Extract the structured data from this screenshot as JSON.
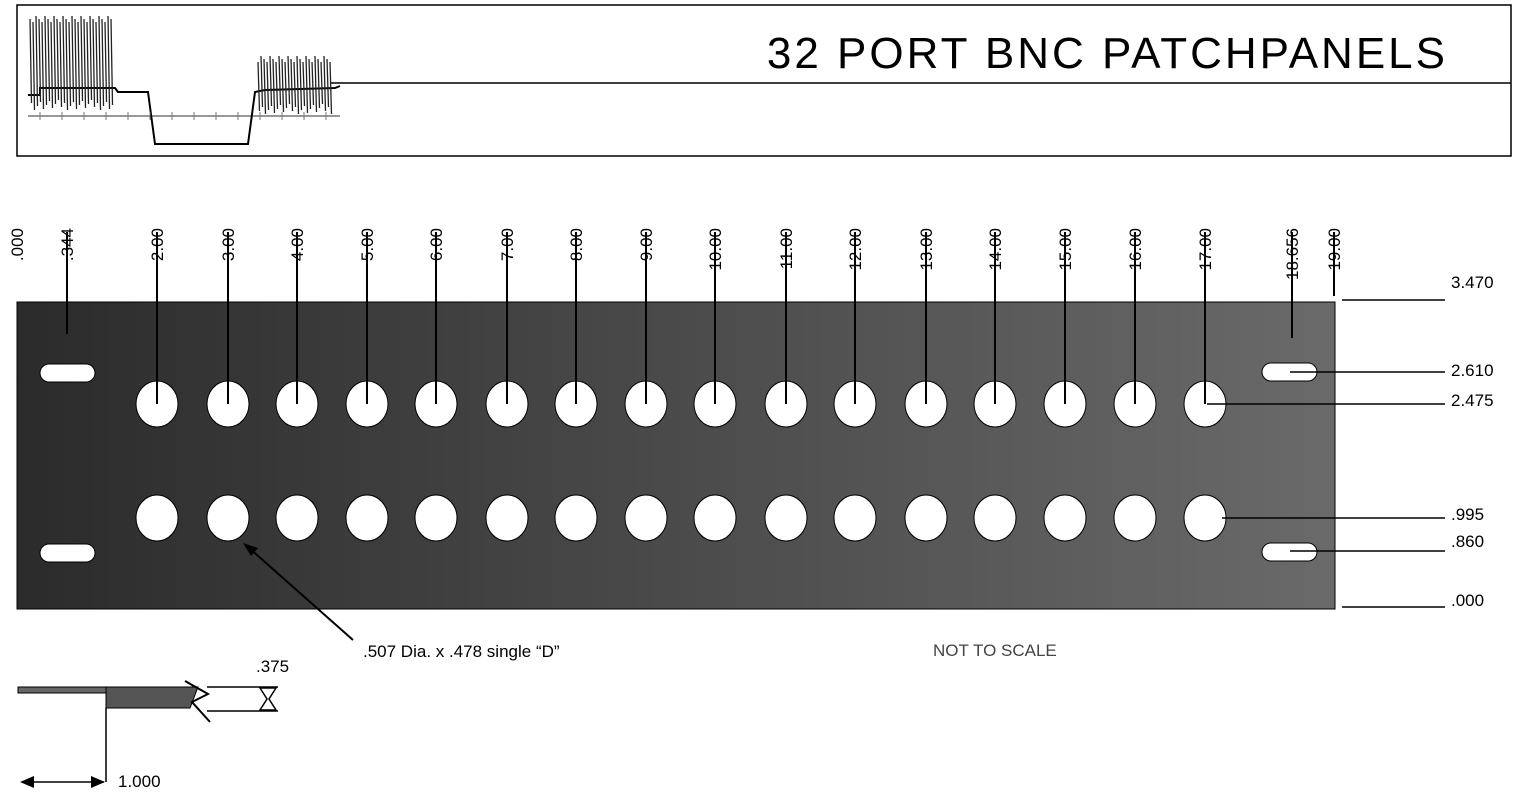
{
  "title": "32 PORT BNC PATCHPANELS",
  "x_positions": [
    ".000",
    ".344",
    "2.00",
    "3.00",
    "4.00",
    "5.00",
    "6.00",
    "7.00",
    "8.00",
    "9.00",
    "10.00",
    "11.00",
    "12.00",
    "13.00",
    "14.00",
    "15.00",
    "16.00",
    "17.00",
    "18.656",
    "19.00"
  ],
  "y_positions": [
    "3.470",
    "2.610",
    "2.475",
    ".995",
    ".860",
    ".000"
  ],
  "hole_callout": ".507 Dia. x .478 single “D”",
  "scale_note": "NOT TO SCALE",
  "side_view": {
    "thickness": ".375",
    "depth": "1.000"
  },
  "ports": {
    "rows": 2,
    "columns": 16
  },
  "colors": {
    "panel_left": "#2b2b2b",
    "panel_right": "#6a6a6a",
    "hole": "#ffffff",
    "line": "#000000"
  }
}
